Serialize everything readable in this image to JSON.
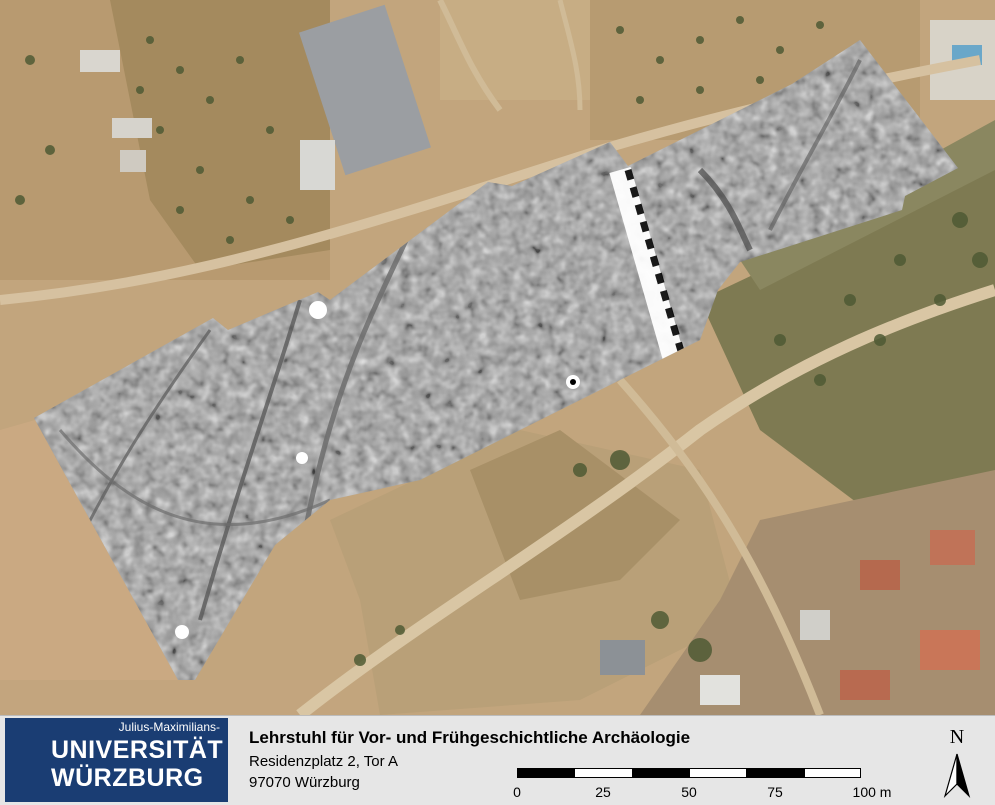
{
  "institution": {
    "logo_superscript": "Julius-Maximilians-",
    "logo_line1": "UNIVERSITÄT",
    "logo_line2": "WÜRZBURG",
    "name": "Lehrstuhl für Vor- und Frühgeschichtliche Archäologie",
    "street": "Residenzplatz 2, Tor A",
    "city": "97070 Würzburg"
  },
  "scale_bar": {
    "ticks": [
      "0",
      "25",
      "50",
      "75",
      "100 m"
    ],
    "segments": [
      "black",
      "white",
      "black",
      "white",
      "black",
      "white"
    ]
  },
  "north_arrow": {
    "label": "N"
  },
  "colors": {
    "logo_blue": "#1a3d73",
    "field_tan": "#c9b08a",
    "survey_gray": "#9b9b9b"
  }
}
